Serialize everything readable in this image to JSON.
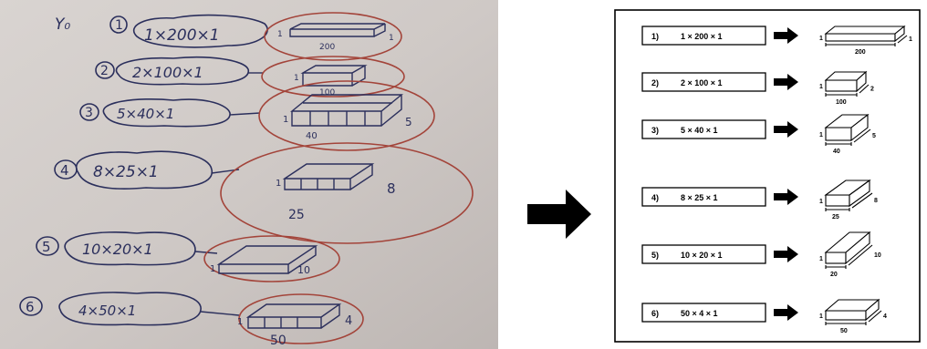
{
  "handwritten": {
    "note": "Y₀",
    "rows": [
      {
        "number": "1",
        "expression": "1×200×1",
        "labels": [
          "1",
          "200",
          "1"
        ]
      },
      {
        "number": "2",
        "expression": "2×100×1",
        "labels": [
          "1",
          "100"
        ]
      },
      {
        "number": "3",
        "expression": "5×40×1",
        "labels": [
          "1",
          "40",
          "5"
        ]
      },
      {
        "number": "4",
        "expression": "8×25×1",
        "labels": [
          "1",
          "8",
          "25"
        ]
      },
      {
        "number": "5",
        "expression": "10×20×1",
        "labels": [
          "1",
          "10"
        ]
      },
      {
        "number": "6",
        "expression": "4×50×1",
        "labels": [
          "1",
          "50",
          "4"
        ]
      }
    ]
  },
  "panel": {
    "rows": [
      {
        "index": "1)",
        "expression": "1 × 200 × 1",
        "left": "1",
        "bottom": "200",
        "right": "1"
      },
      {
        "index": "2)",
        "expression": "2 × 100 × 1",
        "left": "1",
        "bottom": "100",
        "right": "2"
      },
      {
        "index": "3)",
        "expression": "5 × 40 × 1",
        "left": "1",
        "bottom": "40",
        "right": "5"
      },
      {
        "index": "4)",
        "expression": "8 × 25 × 1",
        "left": "1",
        "bottom": "25",
        "right": "8"
      },
      {
        "index": "5)",
        "expression": "10 × 20 × 1",
        "left": "1",
        "bottom": "20",
        "right": "10"
      },
      {
        "index": "6)",
        "expression": "50 × 4 × 1",
        "left": "1",
        "bottom": "50",
        "right": "4"
      }
    ]
  },
  "colors": {
    "paper": "#cfc9c6",
    "ink": "#2b2f5c",
    "red_ink": "#a3443a",
    "arrow": "#000000"
  }
}
